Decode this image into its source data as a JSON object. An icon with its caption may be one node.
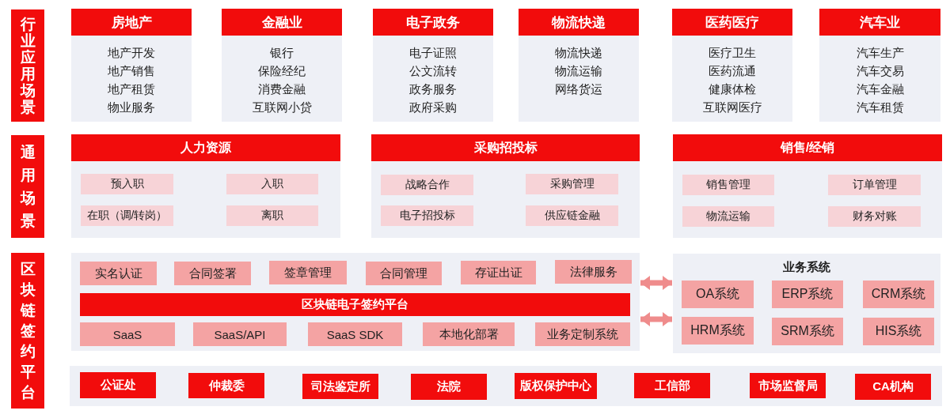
{
  "diagram": {
    "nodes": [
      {
        "text": [
          "行业应用场景"
        ]
      },
      {
        "text": [
          "房地产",
          "地产开发",
          "地产销售",
          "地产租赁",
          "物业服务"
        ]
      },
      {
        "text": [
          "金融业",
          "银行",
          "保险经纪",
          "消费金融",
          "互联网小贷"
        ]
      },
      {
        "text": [
          "电子政务",
          "电子证照",
          "公文流转",
          "政务服务",
          "政府采购"
        ]
      },
      {
        "text": [
          "物流快递",
          "物流快递",
          "物流运输",
          "网络货运"
        ]
      },
      {
        "text": [
          "医药医疗",
          "医疗卫生",
          "医药流通",
          "健康体检",
          "互联网医疗"
        ]
      },
      {
        "text": [
          "汽车业",
          "汽车生产",
          "汽车交易",
          "汽车金融",
          "汽车租赁"
        ]
      },
      {
        "text": [
          "通用场景"
        ]
      },
      {
        "text": [
          "人力资源"
        ]
      },
      {
        "text": [
          "预入职"
        ],
        "in": 8
      },
      {
        "text": [
          "入职"
        ],
        "in": 8
      },
      {
        "text": [
          "在职（调/转岗）"
        ],
        "in": 8
      },
      {
        "text": [
          "离职"
        ],
        "in": 8
      },
      {
        "text": [
          "采购招投标"
        ]
      },
      {
        "text": [
          "战略合作"
        ],
        "in": 13
      },
      {
        "text": [
          "采购管理"
        ],
        "in": 13
      },
      {
        "text": [
          "电子招投标"
        ],
        "in": 13
      },
      {
        "text": [
          "供应链金融"
        ],
        "in": 13
      },
      {
        "text": [
          "销售/经销"
        ]
      },
      {
        "text": [
          "销售管理"
        ],
        "in": 18
      },
      {
        "text": [
          "订单管理"
        ],
        "in": 18
      },
      {
        "text": [
          "物流运输"
        ],
        "in": 18
      },
      {
        "text": [
          "财务对账"
        ],
        "in": 18
      },
      {
        "text": [
          "区块链签约平台"
        ]
      },
      {
        "text": [],
        "shape": "box"
      },
      {
        "text": [
          "实名认证"
        ],
        "in": 24
      },
      {
        "text": [
          "合同签署"
        ],
        "in": 24
      },
      {
        "text": [
          "签章管理"
        ],
        "in": 24
      },
      {
        "text": [
          "合同管理"
        ],
        "in": 24
      },
      {
        "text": [
          "存证出证"
        ],
        "in": 24
      },
      {
        "text": [
          "法律服务"
        ],
        "in": 24
      },
      {
        "text": [
          "区块链电子签约平台"
        ],
        "in": 24
      },
      {
        "text": [
          "SaaS"
        ],
        "in": 24
      },
      {
        "text": [
          "SaaS/API"
        ],
        "in": 24
      },
      {
        "text": [
          "SaaS SDK"
        ],
        "in": 24
      },
      {
        "text": [
          "本地化部署"
        ],
        "in": 24
      },
      {
        "text": [
          "业务定制系统"
        ],
        "in": 24
      },
      {
        "text": [
          "业务系统"
        ]
      },
      {
        "text": [
          "OA系统"
        ],
        "in": 37
      },
      {
        "text": [
          "ERP系统"
        ],
        "in": 37
      },
      {
        "text": [
          "CRM系统"
        ],
        "in": 37
      },
      {
        "text": [
          "HRM系统"
        ],
        "in": 37
      },
      {
        "text": [
          "SRM系统"
        ],
        "in": 37
      },
      {
        "text": [
          "HIS系统"
        ],
        "in": 37
      },
      {
        "text": [],
        "shape": "box"
      },
      {
        "text": [
          "公证处"
        ],
        "in": 44
      },
      {
        "text": [
          "仲裁委"
        ],
        "in": 44
      },
      {
        "text": [
          "司法鉴定所"
        ],
        "in": 44
      },
      {
        "text": [
          "法院"
        ],
        "in": 44
      },
      {
        "text": [
          "版权保护中心"
        ],
        "in": 44
      },
      {
        "text": [
          "工信部"
        ],
        "in": 44
      },
      {
        "text": [
          "市场监督局"
        ],
        "in": 44
      },
      {
        "text": [
          "CA机构"
        ],
        "in": 44
      }
    ],
    "edges": [
      {
        "from": 24,
        "to": 37,
        "arrow": "both"
      },
      {
        "from": 24,
        "to": 37,
        "arrow": "both"
      }
    ]
  }
}
